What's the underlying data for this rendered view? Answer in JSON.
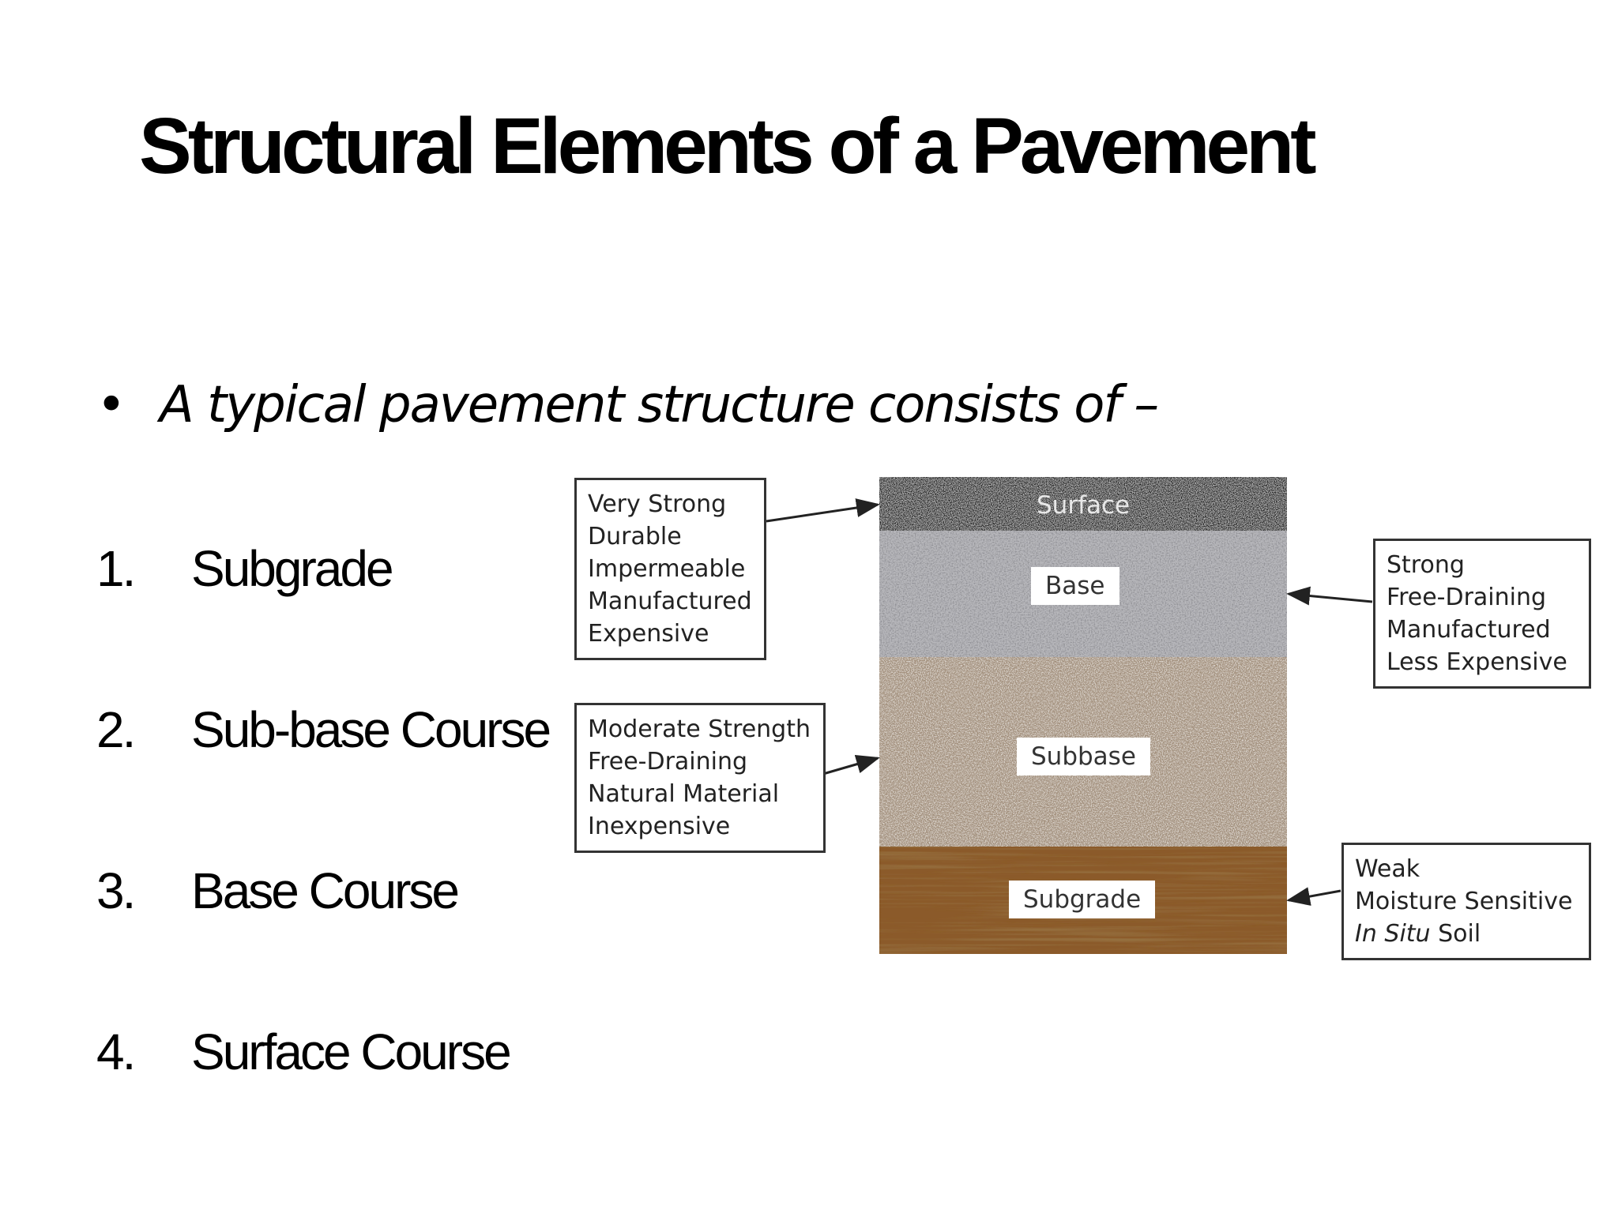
{
  "slide": {
    "title": "Structural Elements of a Pavement",
    "bullet": {
      "symbol": "•",
      "text": "A typical pavement structure consists of –"
    },
    "list": [
      {
        "num": "1.",
        "text": "Subgrade"
      },
      {
        "num": "2.",
        "text": "Sub-base Course"
      },
      {
        "num": "3.",
        "text": "Base Course"
      },
      {
        "num": "4.",
        "text": "Surface Course"
      }
    ]
  },
  "diagram": {
    "layers": {
      "surface": {
        "label": "Surface",
        "color": "#1b1b1b"
      },
      "base": {
        "label": "Base",
        "color": "#b8b8bc"
      },
      "subbase": {
        "label": "Subbase",
        "color": "#a18e7a"
      },
      "subgrade": {
        "label": "Subgrade",
        "color": "#8b5a2b"
      }
    },
    "annotations": {
      "surface": [
        "Very Strong",
        "Durable",
        "Impermeable",
        "Manufactured",
        "Expensive"
      ],
      "base": [
        "Strong",
        "Free-Draining",
        "Manufactured",
        "Less Expensive"
      ],
      "subbase": [
        "Moderate Strength",
        "Free-Draining",
        "Natural Material",
        "Inexpensive"
      ],
      "subgrade": {
        "line1": "Weak",
        "line2": "Moisture Sensitive",
        "line3_italic": "In Situ",
        "line3_rest": " Soil"
      }
    }
  }
}
